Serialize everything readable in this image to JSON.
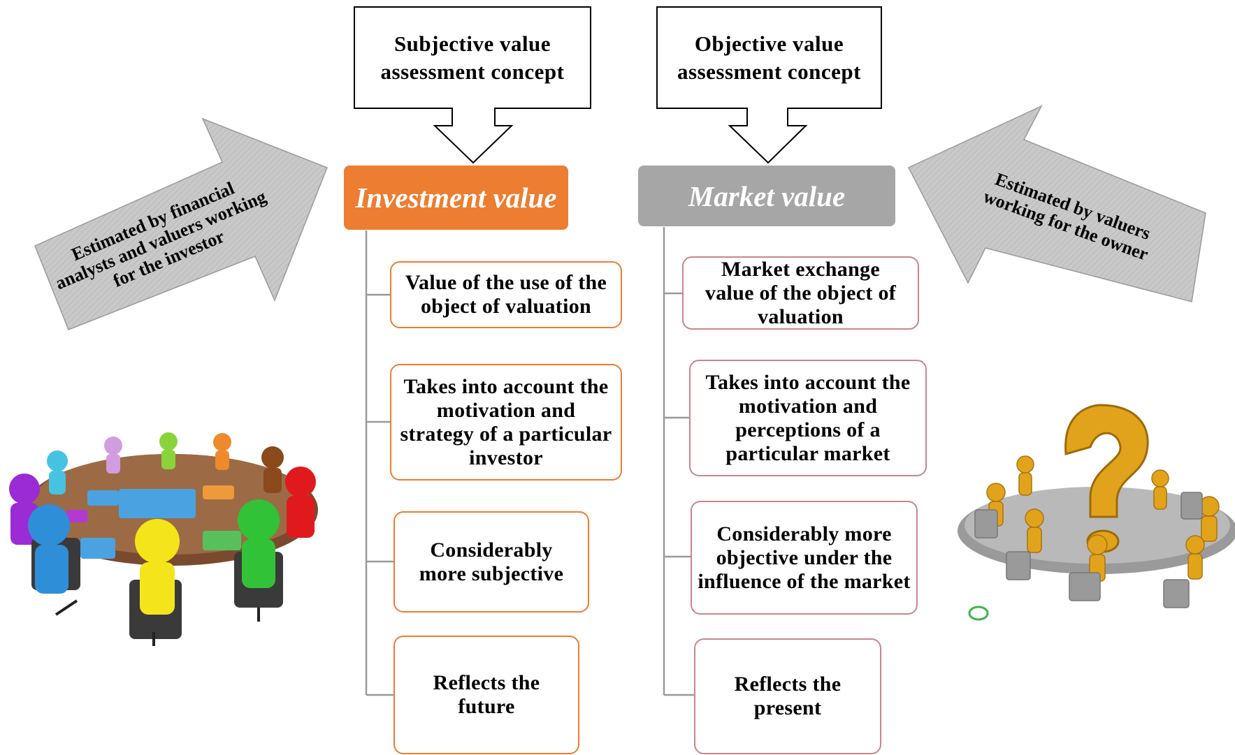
{
  "concepts": {
    "subjective": "Subjective value assessment concept",
    "objective": "Objective value assessment concept"
  },
  "headers": {
    "investment": "Investment value",
    "market": "Market value"
  },
  "investment_items": [
    "Value of the use of the object of valuation",
    "Takes into account the motivation and strategy of a particular investor",
    "Considerably more subjective",
    "Reflects the future"
  ],
  "market_items": [
    "Market exchange value of the object of valuation",
    "Takes into account the motivation and perceptions of a particular market",
    "Considerably more objective under the influence of the market",
    "Reflects the present"
  ],
  "arrows": {
    "left": "Estimated by financial analysts and valuers working for the investor",
    "right": "Estimated by valuers working for the owner"
  },
  "colors": {
    "investment_accent": "#ed7d31",
    "market_accent": "#a6a6a6",
    "market_border": "#c9868a",
    "arrow_fill": "#c8c8c8"
  },
  "illustrations": {
    "left": "people-around-puzzle-table-illustration",
    "right": "golden-figures-question-mark-illustration"
  }
}
